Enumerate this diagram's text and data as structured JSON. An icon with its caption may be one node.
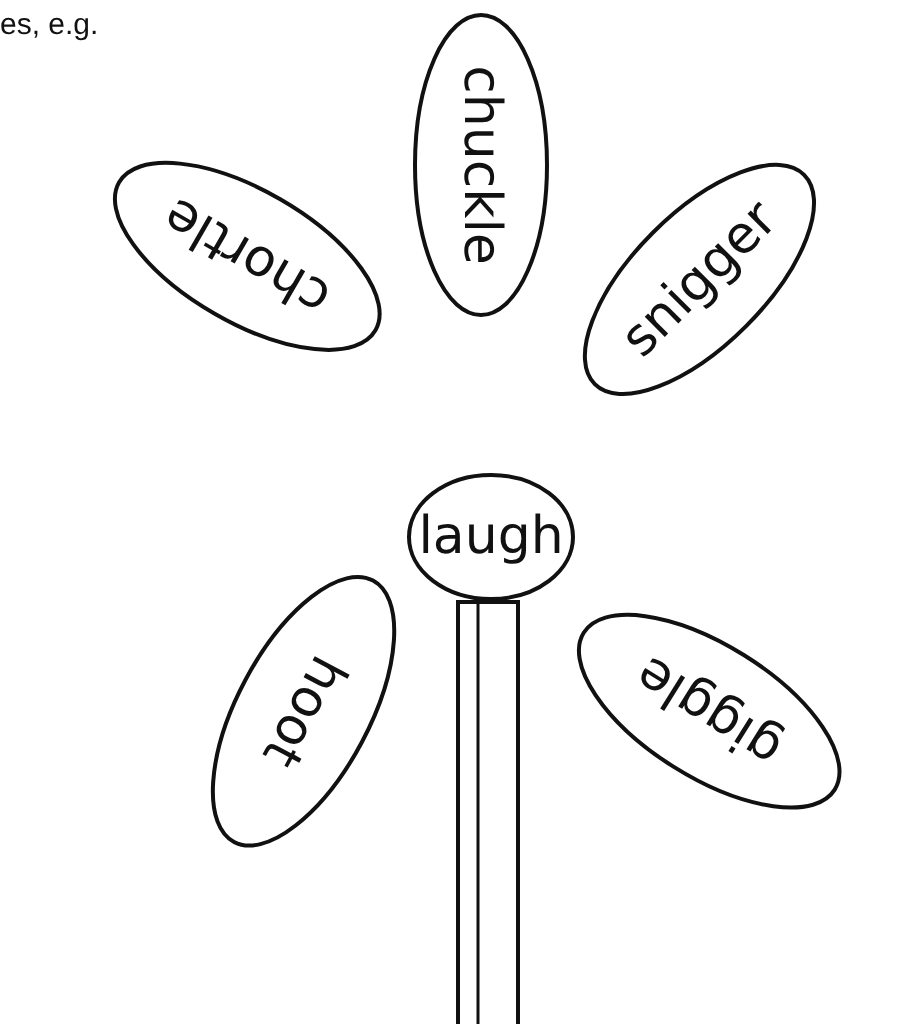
{
  "diagram": {
    "nodes": [
      {
        "text": [
          "laugh"
        ]
      },
      {
        "text": [
          "chortle"
        ]
      },
      {
        "text": [
          "chuckle"
        ]
      },
      {
        "text": [
          "snigger"
        ]
      },
      {
        "text": [
          "hoot"
        ]
      },
      {
        "text": [
          "giggle"
        ]
      }
    ],
    "labels": [
      "es, e.g."
    ]
  }
}
